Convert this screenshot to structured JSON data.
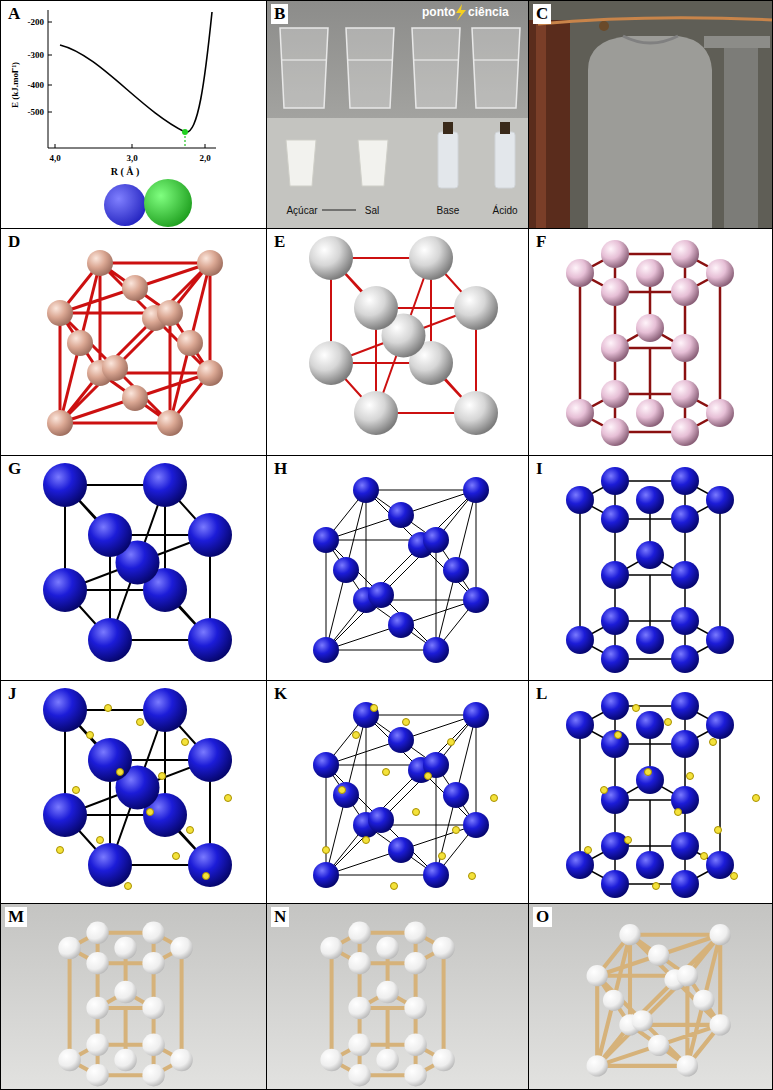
{
  "diagram": {
    "nodes": [
      {
        "text": [
          "A"
        ]
      },
      {
        "text": [
          "B"
        ]
      },
      {
        "text": [
          "C"
        ]
      },
      {
        "text": [
          "D"
        ]
      },
      {
        "text": [
          "E"
        ]
      },
      {
        "text": [
          "F"
        ]
      },
      {
        "text": [
          "G"
        ]
      },
      {
        "text": [
          "H"
        ]
      },
      {
        "text": [
          "I"
        ]
      },
      {
        "text": [
          "J"
        ]
      },
      {
        "text": [
          "K"
        ]
      },
      {
        "text": [
          "L"
        ]
      },
      {
        "text": [
          "M"
        ]
      },
      {
        "text": [
          "N"
        ]
      },
      {
        "text": [
          "O"
        ]
      }
    ],
    "labels": [
      "E (kJ.mol⁻¹)",
      "-200",
      "-300",
      "-400",
      "-500",
      "4,0",
      "3,0",
      "2,0",
      "R ( Å )",
      "ponto",
      "ciência",
      "Açúcar",
      "Sal",
      "Base",
      "Ácido"
    ]
  }
}
